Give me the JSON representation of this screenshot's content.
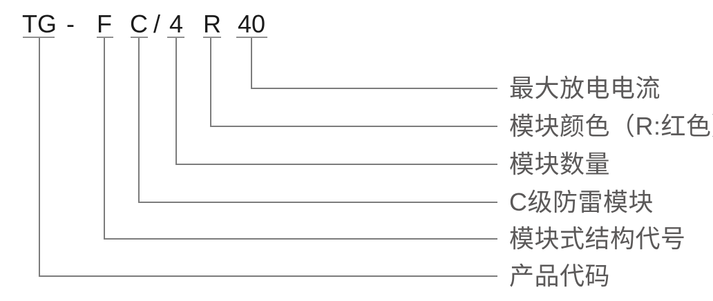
{
  "diagram": {
    "code": {
      "parts": [
        {
          "text": "TG"
        },
        {
          "text": "-"
        },
        {
          "text": "F"
        },
        {
          "text": "C"
        },
        {
          "text": "/"
        },
        {
          "text": "4"
        },
        {
          "text": "R"
        },
        {
          "text": "40"
        }
      ]
    },
    "legend": {
      "items": [
        {
          "code": "40",
          "label": "最大放电电流"
        },
        {
          "code": "R",
          "label": "模块颜色（R:红色）"
        },
        {
          "code": "4",
          "label": "模块数量"
        },
        {
          "code": "C",
          "label": "C级防雷模块"
        },
        {
          "code": "F",
          "label": "模块式结构代号"
        },
        {
          "code": "TG",
          "label": "产品代码"
        }
      ]
    },
    "colors": {
      "background": "#ffffff",
      "code_text": "#1b1b1b",
      "label_text": "#5b5959",
      "line": "#7c7c7c",
      "underline": "#8e8e8e"
    }
  }
}
